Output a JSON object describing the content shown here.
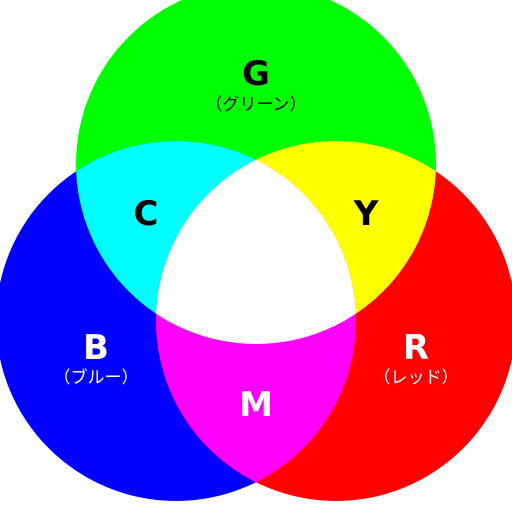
{
  "diagram": {
    "primaries": [
      {
        "letter": "G",
        "name": "（グリーン）",
        "color": "#00ff00"
      },
      {
        "letter": "B",
        "name": "（ブルー）",
        "color": "#0000ff"
      },
      {
        "letter": "R",
        "name": "（レッド）",
        "color": "#ff0000"
      }
    ],
    "overlaps": [
      {
        "letter": "C",
        "color": "#00ffff"
      },
      {
        "letter": "Y",
        "color": "#ffff00"
      },
      {
        "letter": "M",
        "color": "#ff00ff"
      }
    ],
    "center_color": "#ffffff",
    "label_colors": {
      "on_green": "#000000",
      "on_blue": "#ffffff",
      "on_red": "#ffffff",
      "on_secondary": "#000000"
    }
  }
}
